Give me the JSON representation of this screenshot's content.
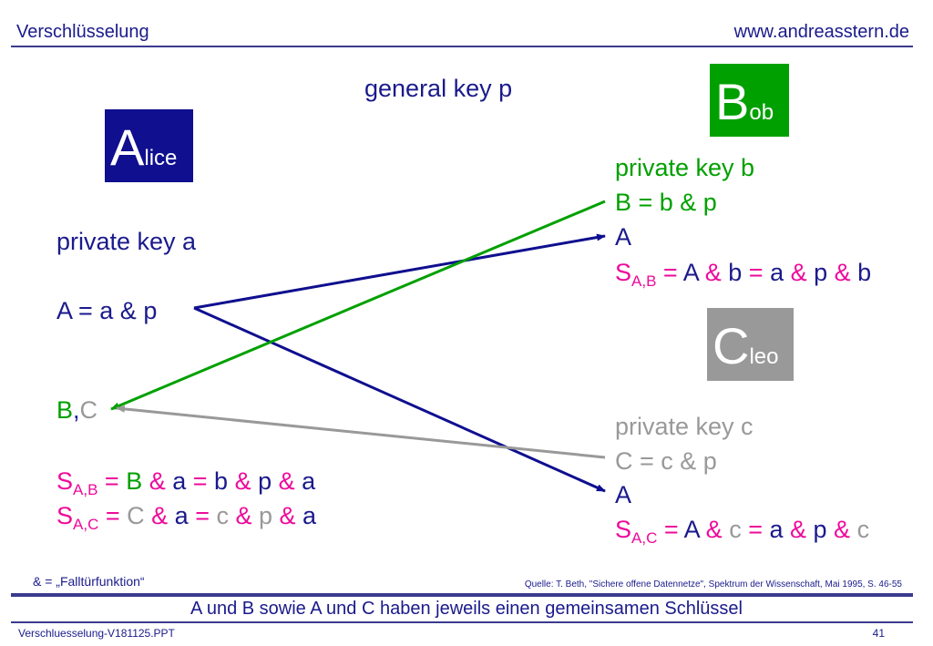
{
  "header": {
    "title": "Verschlüsselung",
    "site": "www.andreasstern.de"
  },
  "general_key": "general key p",
  "alice": {
    "name_cap": "A",
    "name_rest": "lice",
    "private_key": "private key a",
    "public": "A = a & p",
    "received": {
      "b": "B",
      "comma": ",",
      "c": "C"
    },
    "s_ab": {
      "s": "S",
      "sub": "A,B",
      "eq1": " = ",
      "B": "B",
      "amp1": " & ",
      "a1": "a",
      "eq2": " = ",
      "b": "b",
      "amp2": " & ",
      "p": "p",
      "amp3": " & ",
      "a2": "a"
    },
    "s_ac": {
      "s": "S",
      "sub": "A,C",
      "eq1": " = ",
      "C": "C",
      "amp1": " & ",
      "a1": "a",
      "eq2": " = ",
      "c": "c",
      "amp2": " & ",
      "p": "p",
      "amp3": " & ",
      "a2": "a"
    }
  },
  "bob": {
    "name_cap": "B",
    "name_rest": "ob",
    "private_key": "private key b",
    "public": "B = b & p",
    "received": "A",
    "s_ab": {
      "s": "S",
      "sub": "A,B",
      "eq1": " = ",
      "A": "A",
      "amp1": " & ",
      "b1": "b",
      "eq2": " = ",
      "a": "a",
      "amp2": " & ",
      "p": "p",
      "amp3": " & ",
      "b2": "b"
    }
  },
  "cleo": {
    "name_cap": "C",
    "name_rest": "leo",
    "private_key": "private key c",
    "public": "C = c & p",
    "received": "A",
    "s_ac": {
      "s": "S",
      "sub": "A,C",
      "eq1": " = ",
      "A": "A",
      "amp1": " & ",
      "c1": "c",
      "eq2": " = ",
      "a": "a",
      "amp2": " & ",
      "p": "p",
      "amp3": " & ",
      "c2": "c"
    }
  },
  "note": "& = „Falltürfunktion“",
  "source": "Quelle: T. Beth, \"Sichere offene Datennetze\", Spektrum der Wissenschaft, Mai 1995, S. 46-55",
  "caption": "A und B sowie A und C haben jeweils einen gemeinsamen Schlüssel",
  "footer": {
    "file": "Verschluesselung-V181125.PPT",
    "page": "41"
  },
  "colors": {
    "alice": "#0f0f8f",
    "bob": "#00a000",
    "cleo": "#999999",
    "pink": "#ee0a9b",
    "navy": "#1a1a8c",
    "rule": "#3a3a8f"
  }
}
